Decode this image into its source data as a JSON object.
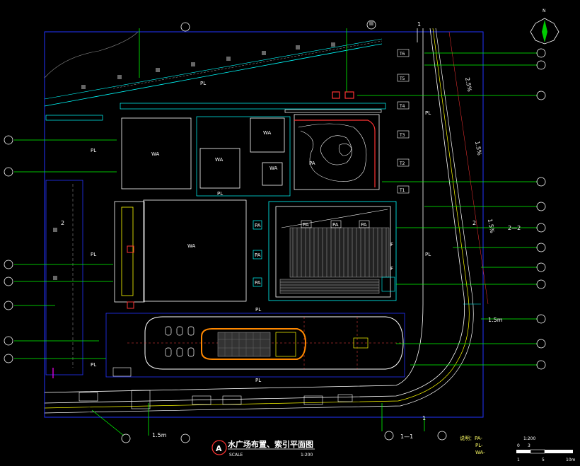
{
  "title_block": {
    "mark": "A",
    "title": "水广场布置、索引平面图",
    "scale_label": "SCALE",
    "scale_value": "1:200"
  },
  "zones": {
    "pl": "PL",
    "pa": "PA",
    "wa": "WA",
    "f": "F"
  },
  "dims": {
    "d1": "1.5m",
    "d2": "1.5m"
  },
  "section_marks": {
    "s1": "1",
    "s1b": "1",
    "s2": "2",
    "s2b": "2",
    "s22": "2—2",
    "s11": "1—1"
  },
  "tree_tags": [
    "T6",
    "T5",
    "T4",
    "T3",
    "T2",
    "T1"
  ],
  "roads": {
    "r1": "2.5%",
    "r2": "1.5%",
    "r3": "1.5%"
  },
  "legend": {
    "l1": "说明：PA-",
    "l2": "PL-",
    "l3": "WA-"
  },
  "scale_bar": {
    "ratio": "1:200",
    "ticks": [
      "0",
      "3",
      "1",
      "5",
      "10m"
    ]
  },
  "compass": "N",
  "colors": {
    "bg": "#000000",
    "boundary": "#0000ff",
    "plan": "#00ffff",
    "leader": "#00ff00",
    "wall": "#ffffff",
    "accent": "#ff0000",
    "yellow": "#ffff00",
    "magenta": "#ff00ff"
  }
}
